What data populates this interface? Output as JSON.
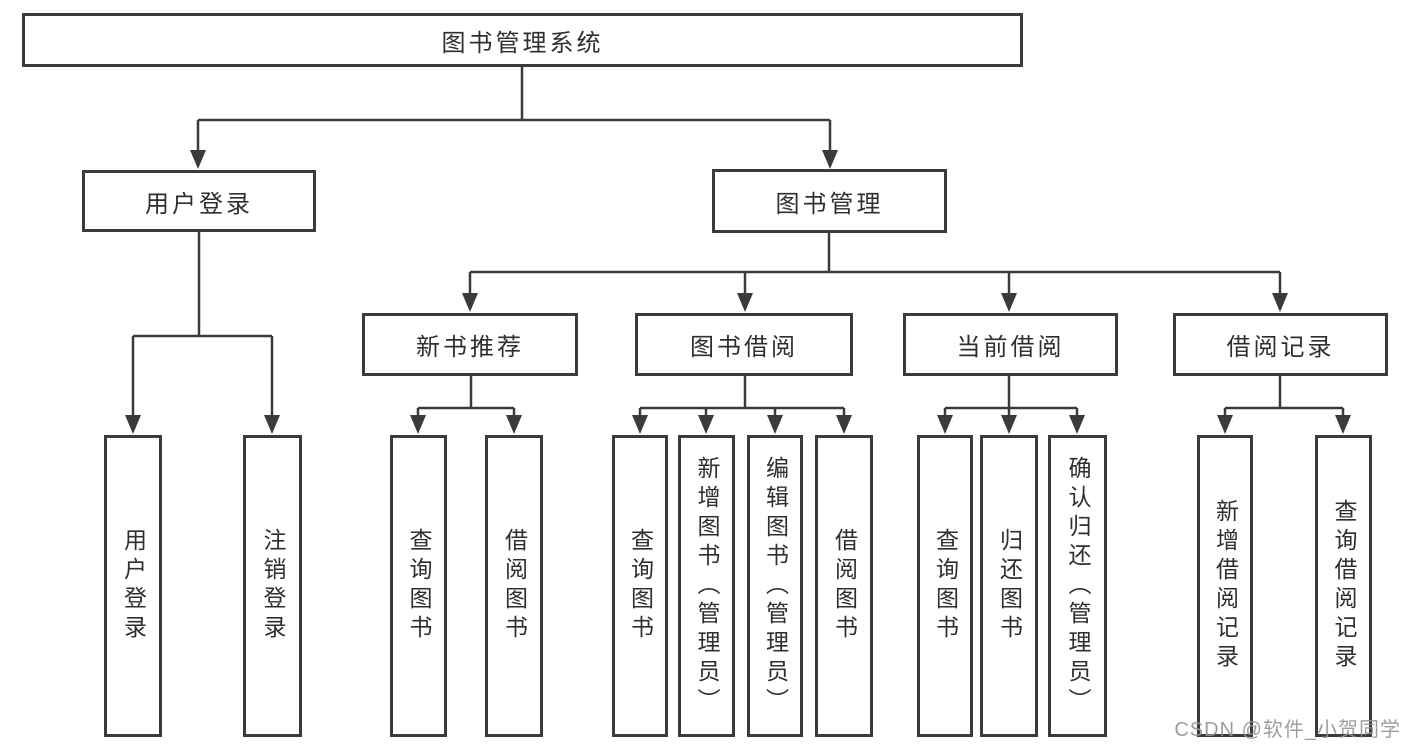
{
  "diagram": {
    "root": {
      "label": "图书管理系统"
    },
    "branches": [
      {
        "label": "用户登录",
        "children": [
          {
            "label": "用户登录"
          },
          {
            "label": "注销登录"
          }
        ]
      },
      {
        "label": "图书管理",
        "children": [
          {
            "label": "新书推荐",
            "children": [
              {
                "label": "查询图书"
              },
              {
                "label": "借阅图书"
              }
            ]
          },
          {
            "label": "图书借阅",
            "children": [
              {
                "label": "查询图书"
              },
              {
                "label": "新增图书（管理员）"
              },
              {
                "label": "编辑图书（管理员）"
              },
              {
                "label": "借阅图书"
              }
            ]
          },
          {
            "label": "当前借阅",
            "children": [
              {
                "label": "查询图书"
              },
              {
                "label": "归还图书"
              },
              {
                "label": "确认归还（管理员）"
              }
            ]
          },
          {
            "label": "借阅记录",
            "children": [
              {
                "label": "新增借阅记录"
              },
              {
                "label": "查询借阅记录"
              }
            ]
          }
        ]
      }
    ]
  },
  "watermark": {
    "text": "CSDN @软件_小贺同学"
  },
  "colors": {
    "line": "#3b3b3b",
    "text": "#2f2f2f",
    "watermark": "#949494",
    "background": "#ffffff"
  }
}
